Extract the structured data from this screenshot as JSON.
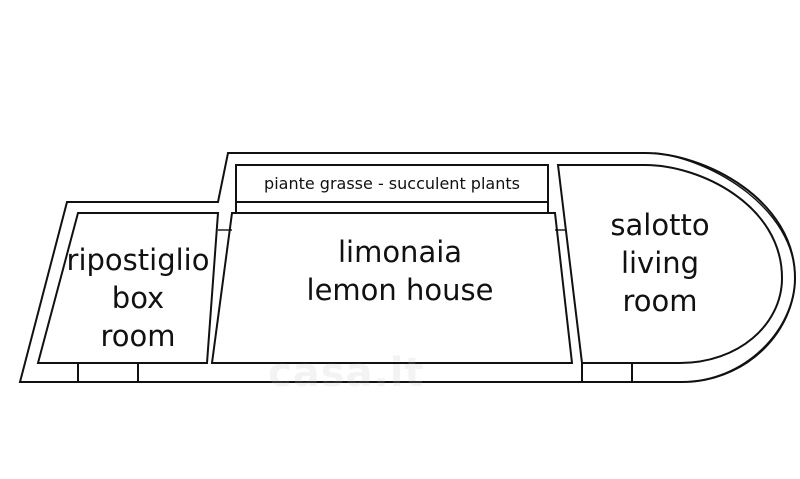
{
  "plan": {
    "box_room_label_it": "ripostiglio",
    "box_room_label_en_1": "box",
    "box_room_label_en_2": "room",
    "lemon_house_label_it": "limonaia",
    "lemon_house_label_en": "lemon house",
    "succulent_label": "piante grasse - succulent plants",
    "living_room_label_it": "salotto",
    "living_room_label_en_1": "living",
    "living_room_label_en_2": "room",
    "watermark": "casa.it"
  },
  "colors": {
    "line": "#111111",
    "background": "#ffffff"
  }
}
